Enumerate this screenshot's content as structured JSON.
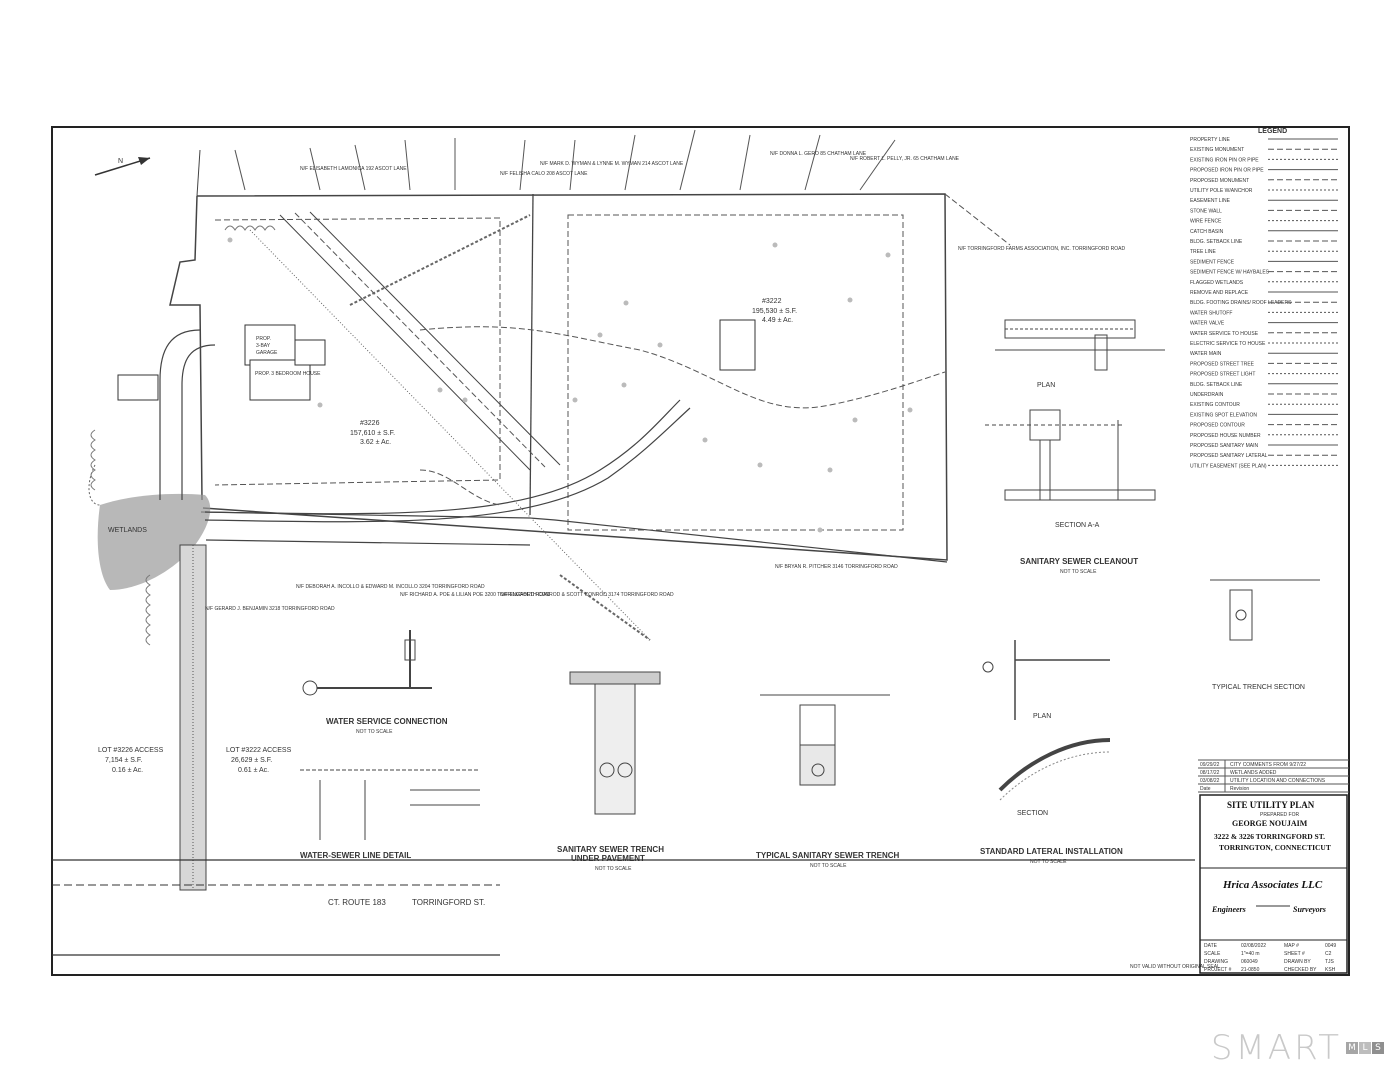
{
  "title_block": {
    "plan_title": "SITE UTILITY PLAN",
    "prepared_for": "PREPARED FOR",
    "client": "GEORGE NOUJAIM",
    "address": "3222 & 3226 TORRINGFORD ST.",
    "city": "TORRINGTON, CONNECTICUT",
    "firm": "Hrica Associates LLC",
    "engineers": "Engineers",
    "surveyors": "Surveyors",
    "date_label": "DATE",
    "date": "02/08/2022",
    "scale_label": "SCALE",
    "scale": "1\"=40 m",
    "drawing_label": "DRAWING",
    "drawing": "060049",
    "project_label": "PROJECT #",
    "project": "21-0850",
    "map_label": "MAP #",
    "map": "0049",
    "sheet_label": "SHEET #",
    "sheet": "C2",
    "drawn_label": "DRAWN BY",
    "drawn": "TJS",
    "checked_label": "CHECKED BY",
    "checked": "KSH"
  },
  "revisions": [
    {
      "date": "09/29/22",
      "desc": "CITY COMMENTS FROM 9/27/22"
    },
    {
      "date": "08/17/22",
      "desc": "WETLANDS ADDED"
    },
    {
      "date": "03/08/22",
      "desc": "UTILITY LOCATION AND CONNECTIONS"
    }
  ],
  "revision_header": {
    "date": "Date",
    "desc": "Revision"
  },
  "legend": {
    "title": "LEGEND",
    "items": [
      "PROPERTY LINE",
      "EXISTING MONUMENT",
      "EXISTING IRON PIN OR PIPE",
      "PROPOSED IRON PIN OR PIPE",
      "PROPOSED MONUMENT",
      "UTILITY POLE W/ANCHOR",
      "EASEMENT LINE",
      "STONE WALL",
      "WIRE FENCE",
      "CATCH BASIN",
      "BLDG. SETBACK LINE",
      "TREE LINE",
      "SEDIMENT FENCE",
      "SEDIMENT FENCE W/ HAYBALES",
      "FLAGGED WETLANDS",
      "REMOVE AND REPLACE",
      "BLDG. FOOTING DRAINS/ ROOF LEADERS",
      "WATER SHUTOFF",
      "WATER VALVE",
      "WATER SERVICE TO HOUSE",
      "ELECTRIC SERVICE TO HOUSE",
      "WATER MAIN",
      "PROPOSED STREET TREE",
      "PROPOSED STREET LIGHT",
      "BLDG. SETBACK LINE",
      "UNDERDRAIN",
      "EXISTING CONTOUR",
      "EXISTING SPOT ELEVATION",
      "PROPOSED CONTOUR",
      "PROPOSED HOUSE NUMBER",
      "PROPOSED SANITARY MAIN",
      "PROPOSED SANITARY LATERAL",
      "UTILITY EASEMENT (SEE PLAN)"
    ]
  },
  "lots": [
    {
      "name": "#3222",
      "area": "195,530 ± S.F.",
      "acres": "4.49 ± Ac."
    },
    {
      "name": "#3226",
      "area": "157,610 ± S.F.",
      "acres": "3.62 ± Ac."
    },
    {
      "name": "LOT #3226 ACCESS",
      "area": "7,154 ± S.F.",
      "acres": "0.16 ± Ac."
    },
    {
      "name": "LOT #3222 ACCESS",
      "area": "26,629 ± S.F.",
      "acres": "0.61 ± Ac."
    }
  ],
  "neighbors": [
    "N/F TORRINGFORD FARMS ASSOCIATION, INC. TORRINGFORD ROAD",
    "N/F GERARD J. BENJAMIN 3218 TORRINGFORD ROAD",
    "N/F DEBORAH A. INCOLLO & EDWARD M. INCOLLO 3204 TORRINGFORD ROAD",
    "N/F RICHARD A. POE & LILIAN POE 3200 TORRINGFORD ROAD",
    "N/F ELIZABETH CONROD & SCOTT CONROD 3174 TORRINGFORD ROAD",
    "N/F BRYAN R. PITCHER 3146 TORRINGFORD ROAD",
    "N/F ELISABETH LAMONICA 192 ASCOT LANE",
    "N/F FELISHA CALO 208 ASCOT LANE",
    "N/F MARK D. WYMAN & LYNNE M. WYMAN 214 ASCOT LANE",
    "N/F DONNA L. GERO 85 CHATHAM LANE",
    "N/F ROBERT L. PELLY, JR. 65 CHATHAM LANE"
  ],
  "road": {
    "route": "CT. ROUTE 183",
    "name": "TORRINGFORD ST."
  },
  "details": {
    "cleanout": "SANITARY SEWER CLEANOUT",
    "section_aa": "SECTION A-A",
    "plan": "PLAN",
    "typical_trench": "TYPICAL TRENCH SECTION",
    "water_service": "WATER SERVICE CONNECTION",
    "water_sewer": "WATER-SEWER LINE DETAIL",
    "trench_under_pavement_1": "SANITARY SEWER TRENCH",
    "trench_under_pavement_2": "UNDER PAVEMENT",
    "typical_sanitary": "TYPICAL SANITARY SEWER TRENCH",
    "standard_lateral": "STANDARD LATERAL INSTALLATION",
    "section": "SECTION",
    "not_to_scale": "NOT TO SCALE",
    "wetlands": "WETLANDS",
    "seal_note": "NOT VALID WITHOUT ORIGINAL SEAL"
  },
  "watermark": {
    "text": "SMART",
    "sub": "MLS"
  },
  "colors": {
    "watermark": "#c9c9c9",
    "wm_box_1": "#a6a6a6",
    "wm_box_2": "#bdbdbd",
    "wm_box_3": "#8f8f8f"
  }
}
